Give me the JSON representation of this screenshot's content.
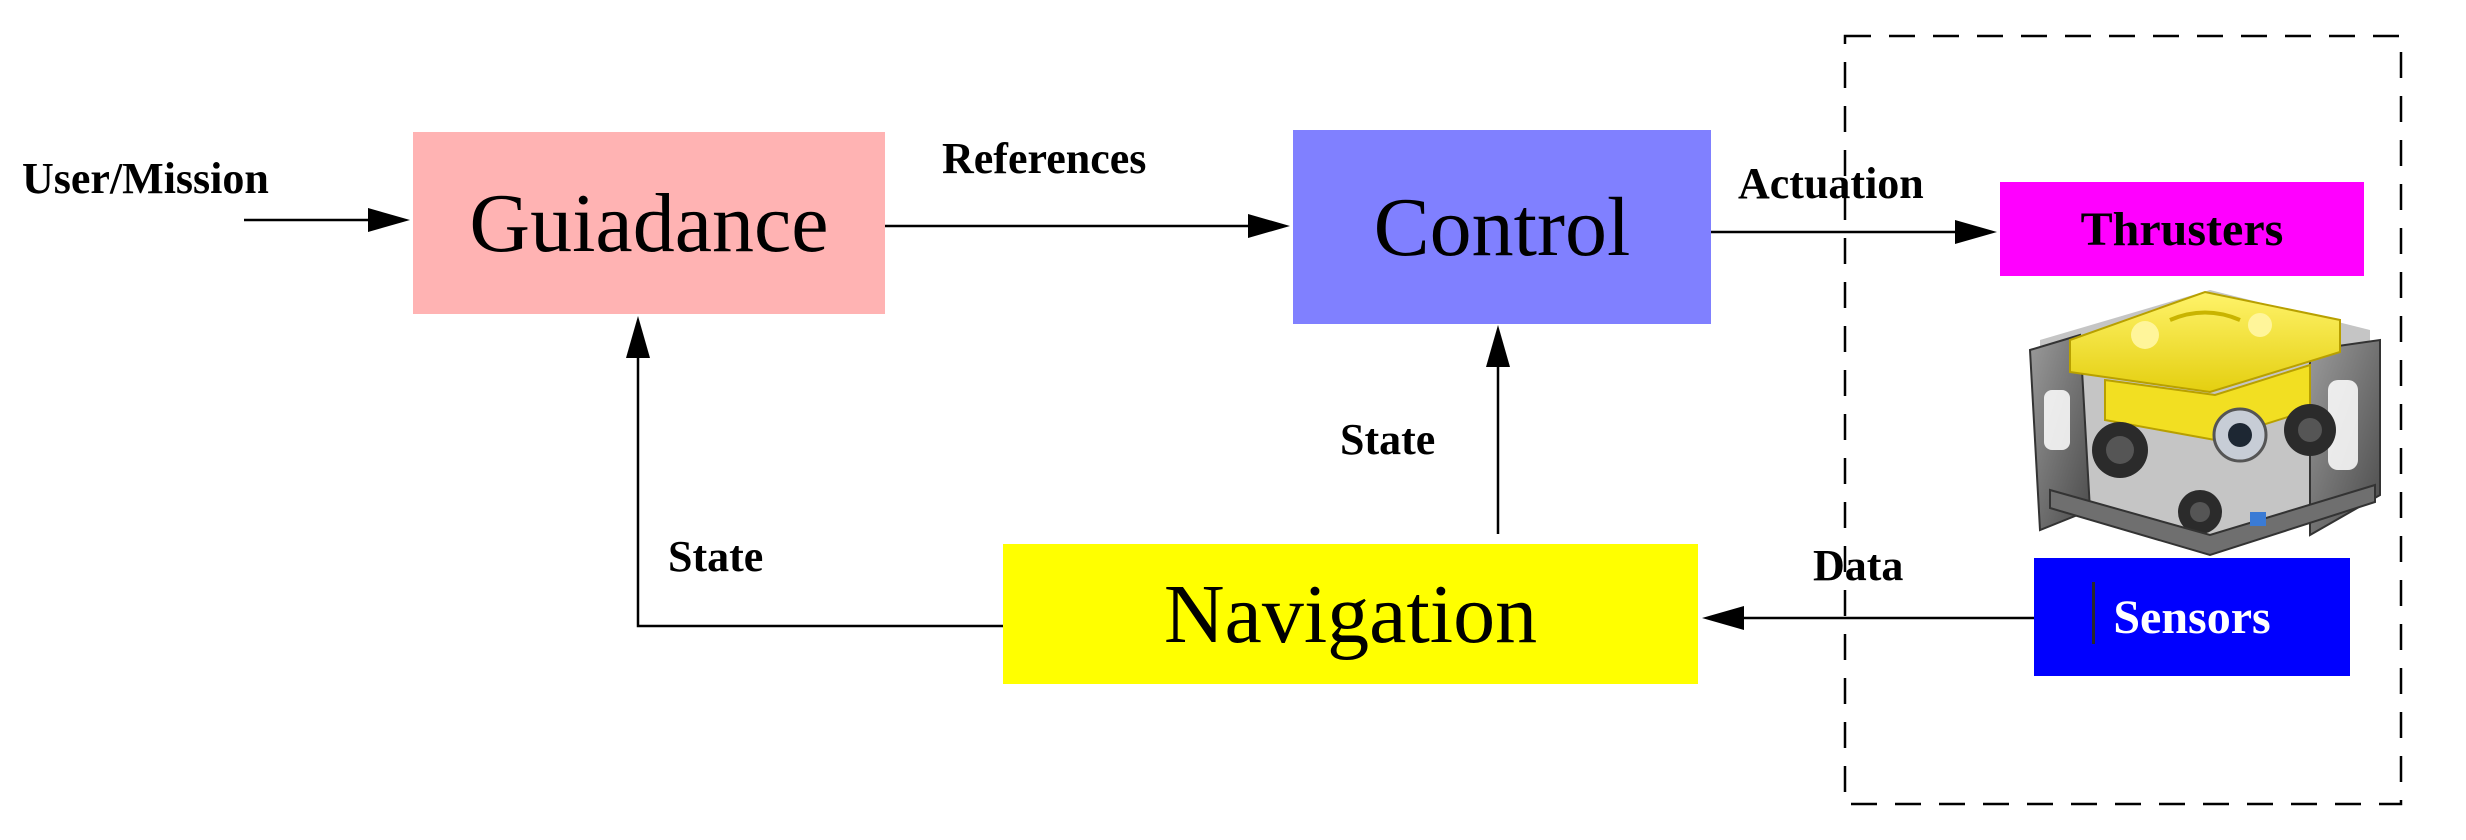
{
  "blocks": {
    "guidance": {
      "label": "Guiadance",
      "color": "#ffb3b3"
    },
    "control": {
      "label": "Control",
      "color": "#8080ff"
    },
    "navigation": {
      "label": "Navigation",
      "color": "#ffff00"
    },
    "thrusters": {
      "label": "Thrusters",
      "color": "#ff00ff"
    },
    "sensors": {
      "label": "Sensors",
      "color": "#0000ff"
    }
  },
  "edges": {
    "user_mission": "User/Mission",
    "references": "References",
    "actuation": "Actuation",
    "state_to_control": "State",
    "state_to_guidance": "State",
    "data": "Data"
  },
  "vehicle": {
    "icon": "rov-underwater-vehicle-icon",
    "body_color": "#f5e61a",
    "frame_color": "#6f6f6f"
  }
}
